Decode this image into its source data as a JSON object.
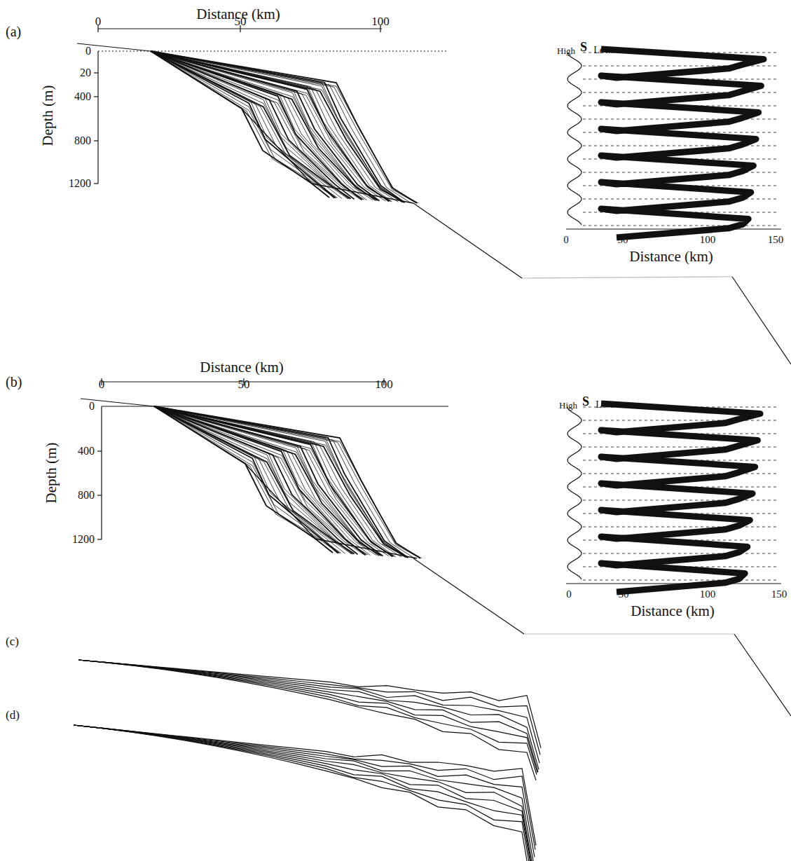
{
  "diagram": {
    "labels": [
      "(a)",
      "Distance (km)",
      "0",
      "50",
      "100",
      "Depth (m)",
      "0",
      "20",
      "400",
      "800",
      "1200",
      "High",
      "S",
      "Low",
      "0",
      "50",
      "100",
      "150",
      "Distance (km)",
      "(b)",
      "Distance (km)",
      "0",
      "50",
      "100",
      "Depth (m)",
      "0",
      "400",
      "800",
      "1200",
      "High",
      "S",
      "Low",
      "0",
      "50",
      "100",
      "150",
      "Distance (km)",
      "(c)",
      "(d)"
    ]
  }
}
